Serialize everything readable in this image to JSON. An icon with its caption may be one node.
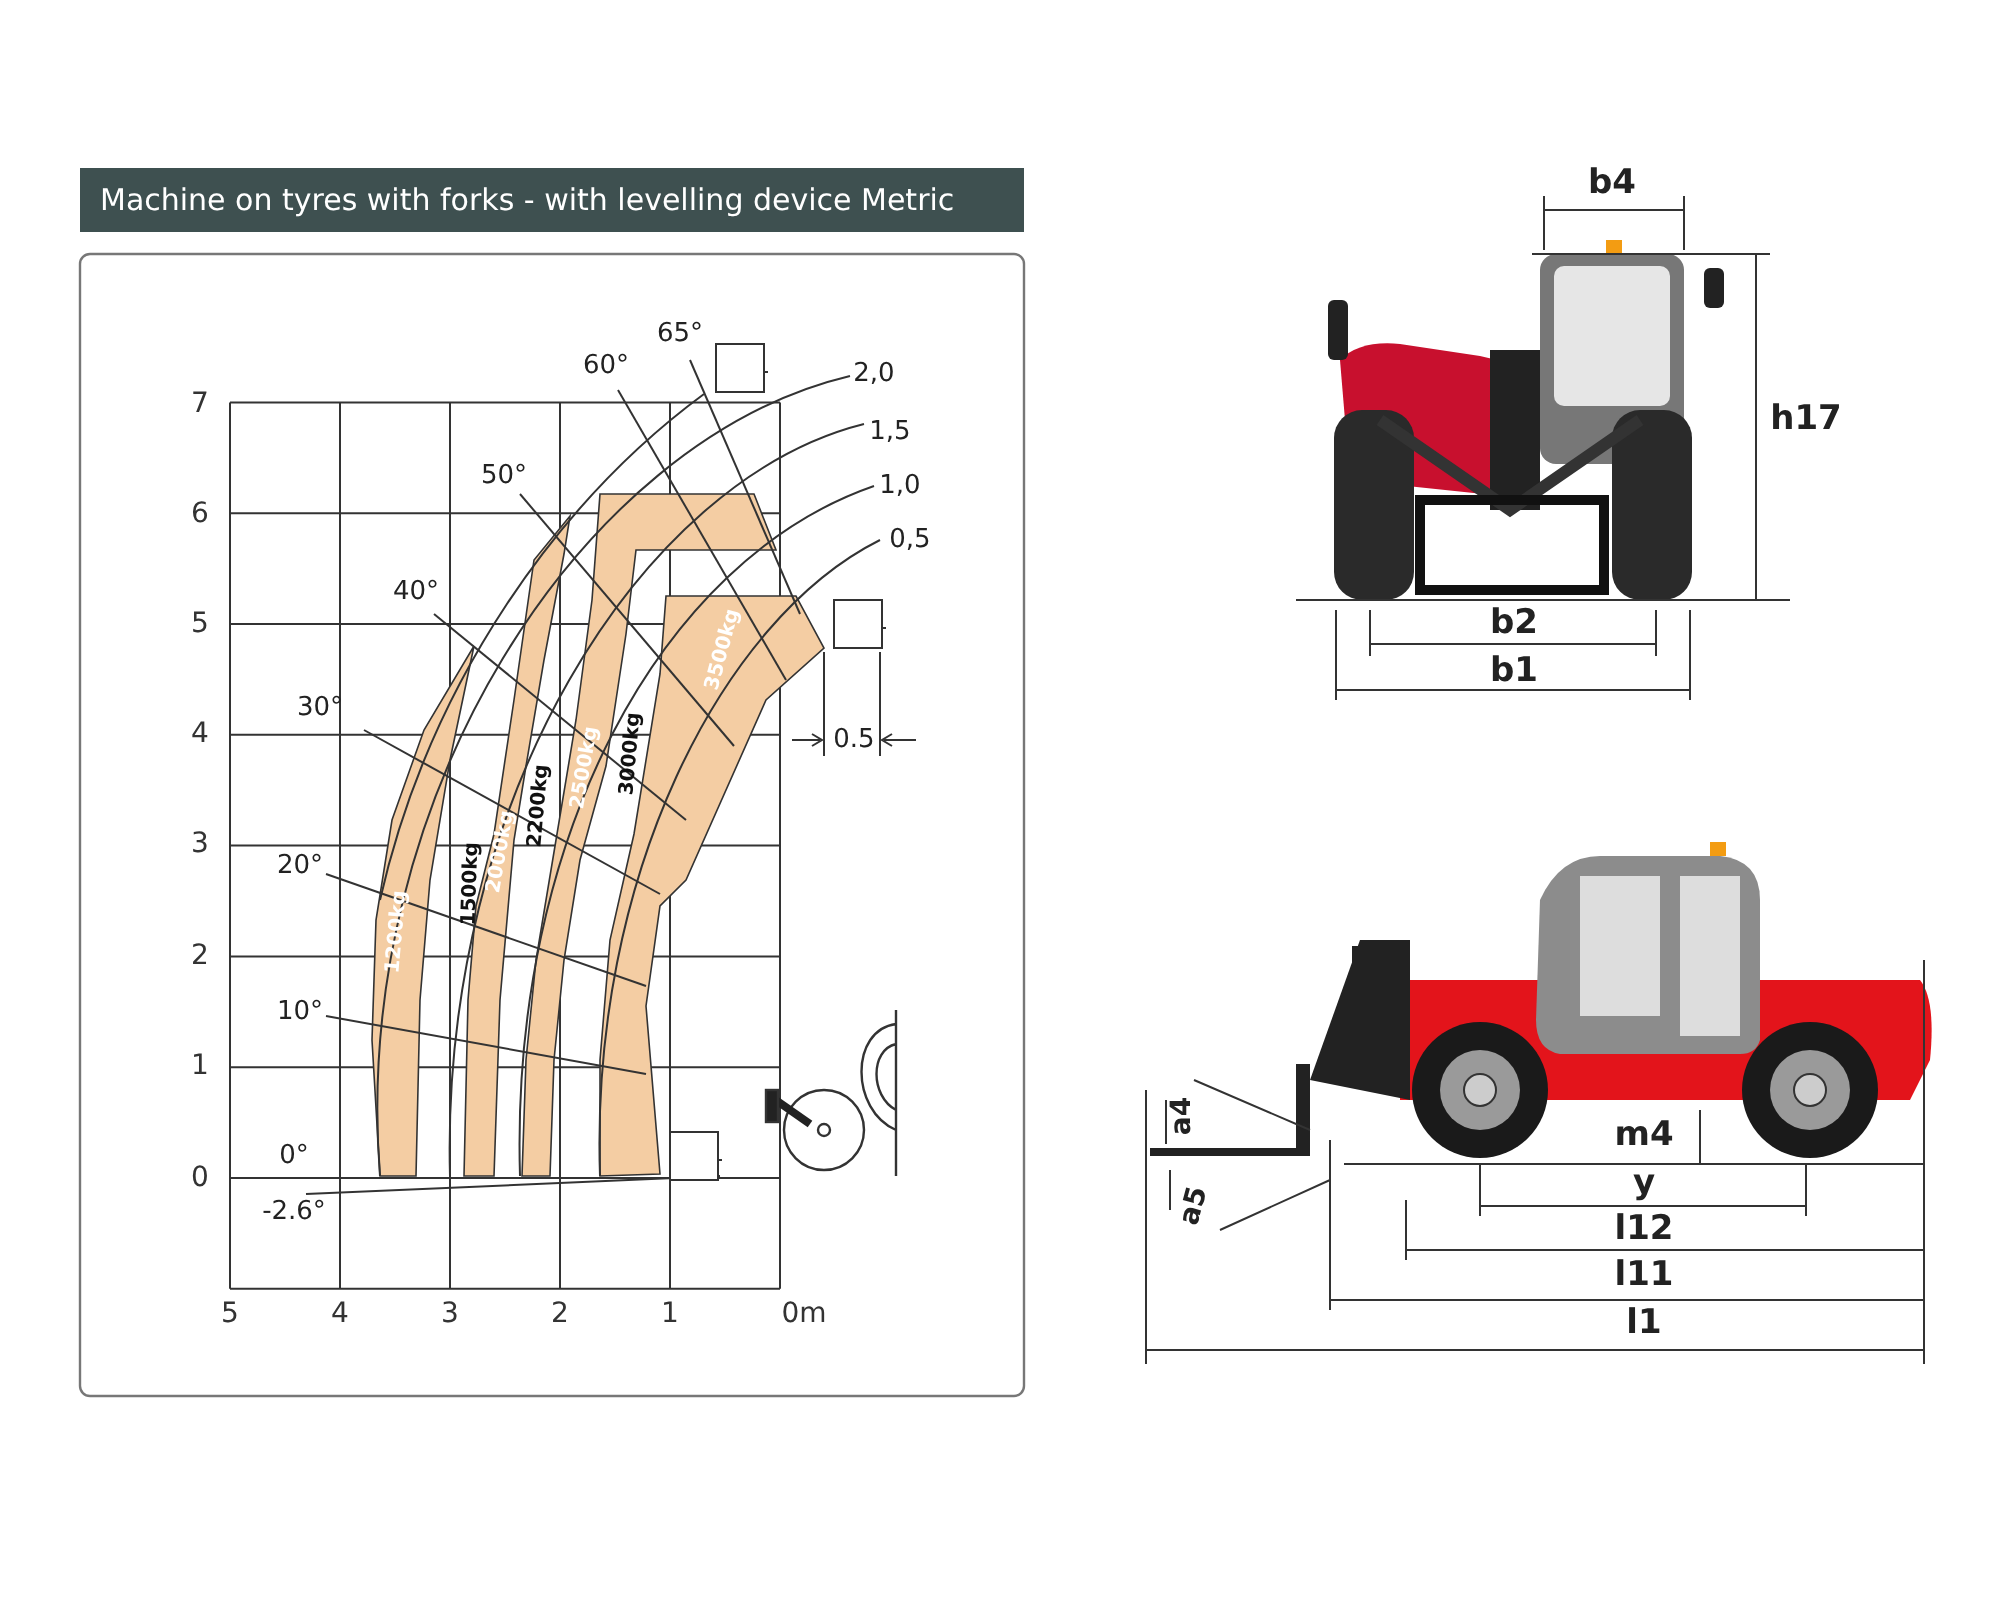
{
  "diagram": {
    "nodes": [
      {
        "text": [
          "Machine on tyres with forks - with levelling device Metric"
        ]
      }
    ],
    "edges": [],
    "labels": [
      "65°",
      "60°",
      "2,0",
      "7",
      "1,5",
      "50°",
      "1,0",
      "6",
      "0,5",
      "40°",
      "5",
      "1200kg",
      "1500kg",
      "2000kg",
      "2200kg",
      "2500kg",
      "3000kg",
      "3500kg",
      "30°",
      "4",
      "0.5",
      "3",
      "20°",
      "2",
      "10°",
      "1",
      "0°",
      "0",
      "-2.6°",
      "5",
      "4",
      "3",
      "2",
      "1",
      "0m",
      "b4",
      "h17",
      "b2",
      "b1",
      "a4",
      "m4",
      "y",
      "a5",
      "l12",
      "l11",
      "l1"
    ]
  }
}
